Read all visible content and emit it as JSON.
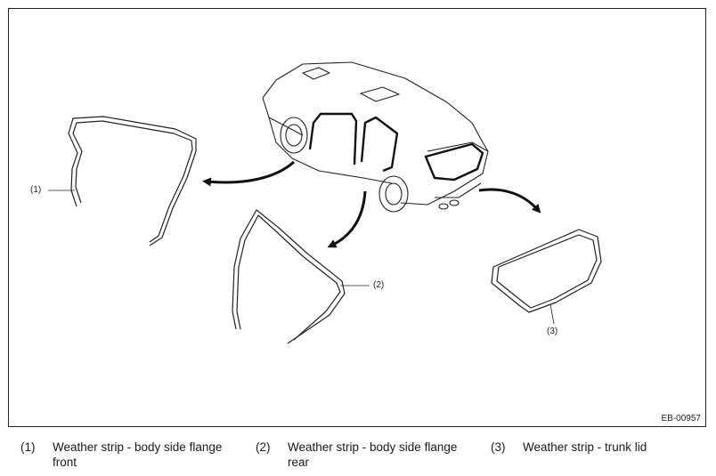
{
  "figure": {
    "code": "EB-00957",
    "callouts": [
      "(1)",
      "(2)",
      "(3)"
    ]
  },
  "legend": [
    {
      "num": "(1)",
      "text": "Weather strip - body side flange front"
    },
    {
      "num": "(2)",
      "text": "Weather strip - body side flange rear"
    },
    {
      "num": "(3)",
      "text": "Weather strip - trunk lid"
    }
  ]
}
